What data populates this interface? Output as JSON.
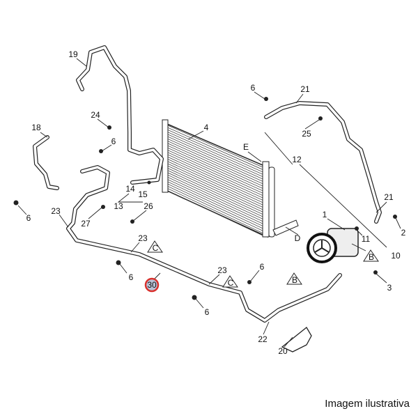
{
  "diagram": {
    "title": "A/C refrigerant lines, condenser and compressor parts diagram",
    "highlighted_part": "30",
    "highlight_color": "#d9302c",
    "callouts": [
      "19",
      "24",
      "18",
      "6",
      "4",
      "14",
      "15",
      "13",
      "26",
      "27",
      "23",
      "6",
      "23",
      "6",
      "23",
      "6",
      "6",
      "22",
      "20",
      "6",
      "21",
      "25",
      "E",
      "12",
      "1",
      "11",
      "10",
      "21",
      "2",
      "D",
      "3"
    ],
    "reference_markers": [
      "C",
      "C",
      "B",
      "B"
    ]
  },
  "caption": "Imagem ilustrativa"
}
